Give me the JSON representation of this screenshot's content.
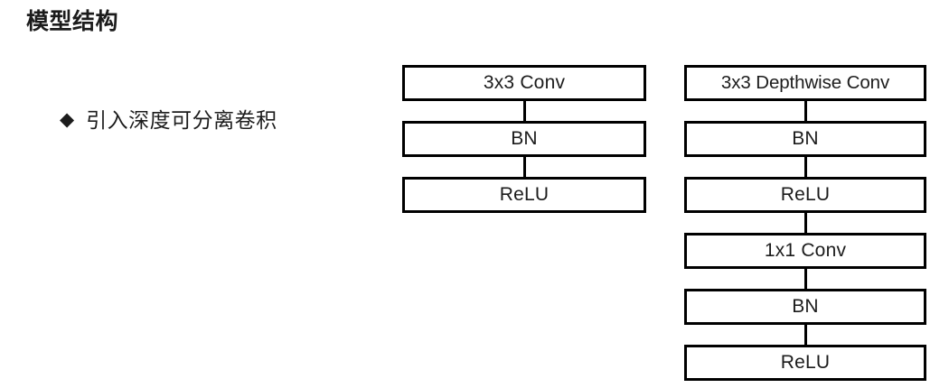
{
  "slide": {
    "title": "模型结构",
    "background_color": "#ffffff",
    "text_color": "#1c1c1c",
    "border_color": "#000000"
  },
  "bullet": {
    "marker": "◆",
    "marker_icon": "diamond-bullet-icon",
    "text": "引入深度可分离卷积"
  },
  "diagrams": {
    "standard_conv": {
      "name": "standard-convolution-block",
      "nodes": [
        {
          "label": "3x3 Conv"
        },
        {
          "label": "BN"
        },
        {
          "label": "ReLU"
        }
      ]
    },
    "depthwise_separable_conv": {
      "name": "depthwise-separable-convolution-block",
      "nodes": [
        {
          "label": "3x3 Depthwise Conv"
        },
        {
          "label": "BN"
        },
        {
          "label": "ReLU"
        },
        {
          "label": "1x1 Conv"
        },
        {
          "label": "BN"
        },
        {
          "label": "ReLU"
        }
      ]
    }
  }
}
